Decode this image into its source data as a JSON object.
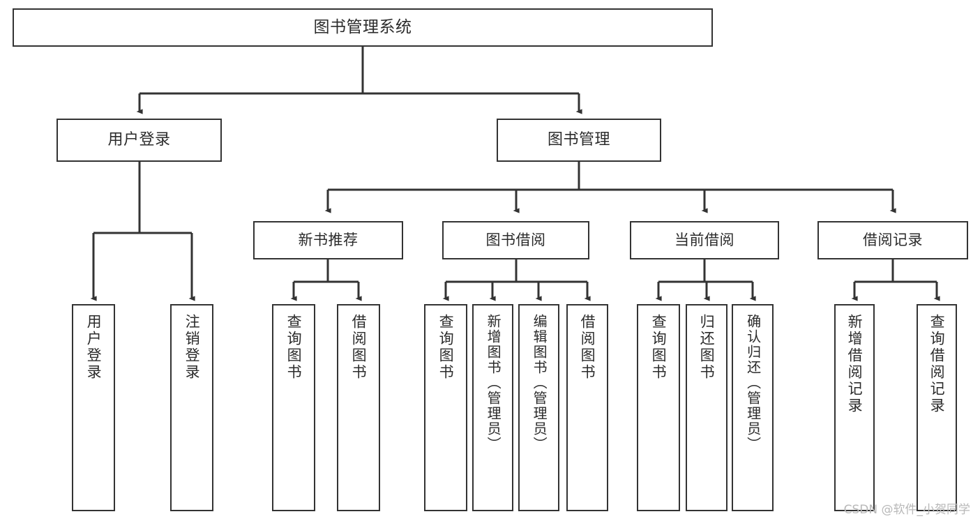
{
  "diagram": {
    "title": "图书管理系统",
    "type": "tree-hierarchy-chart",
    "colors": {
      "background": "#ffffff",
      "border": "#333333",
      "text": "#2b2b2b",
      "connector": "#333333",
      "watermark": "#b8b8b8"
    },
    "root": {
      "label": "图书管理系统"
    },
    "level2": [
      {
        "label": "用户登录"
      },
      {
        "label": "图书管理"
      }
    ],
    "level3": [
      {
        "label": "新书推荐"
      },
      {
        "label": "图书借阅"
      },
      {
        "label": "当前借阅"
      },
      {
        "label": "借阅记录"
      }
    ],
    "leaves": [
      {
        "label": "用户登录",
        "parent": "用户登录"
      },
      {
        "label": "注销登录",
        "parent": "用户登录"
      },
      {
        "label": "查询图书",
        "parent": "新书推荐"
      },
      {
        "label": "借阅图书",
        "parent": "新书推荐"
      },
      {
        "label": "查询图书",
        "parent": "图书借阅"
      },
      {
        "label": "新增图书（管理员）",
        "parent": "图书借阅"
      },
      {
        "label": "编辑图书（管理员）",
        "parent": "图书借阅"
      },
      {
        "label": "借阅图书",
        "parent": "图书借阅"
      },
      {
        "label": "查询图书",
        "parent": "当前借阅"
      },
      {
        "label": "归还图书",
        "parent": "当前借阅"
      },
      {
        "label": "确认归还（管理员）",
        "parent": "当前借阅"
      },
      {
        "label": "新增借阅记录",
        "parent": "借阅记录"
      },
      {
        "label": "查询借阅记录",
        "parent": "借阅记录"
      }
    ]
  },
  "watermark": {
    "text": "CSDN @软件_小贺同学"
  }
}
